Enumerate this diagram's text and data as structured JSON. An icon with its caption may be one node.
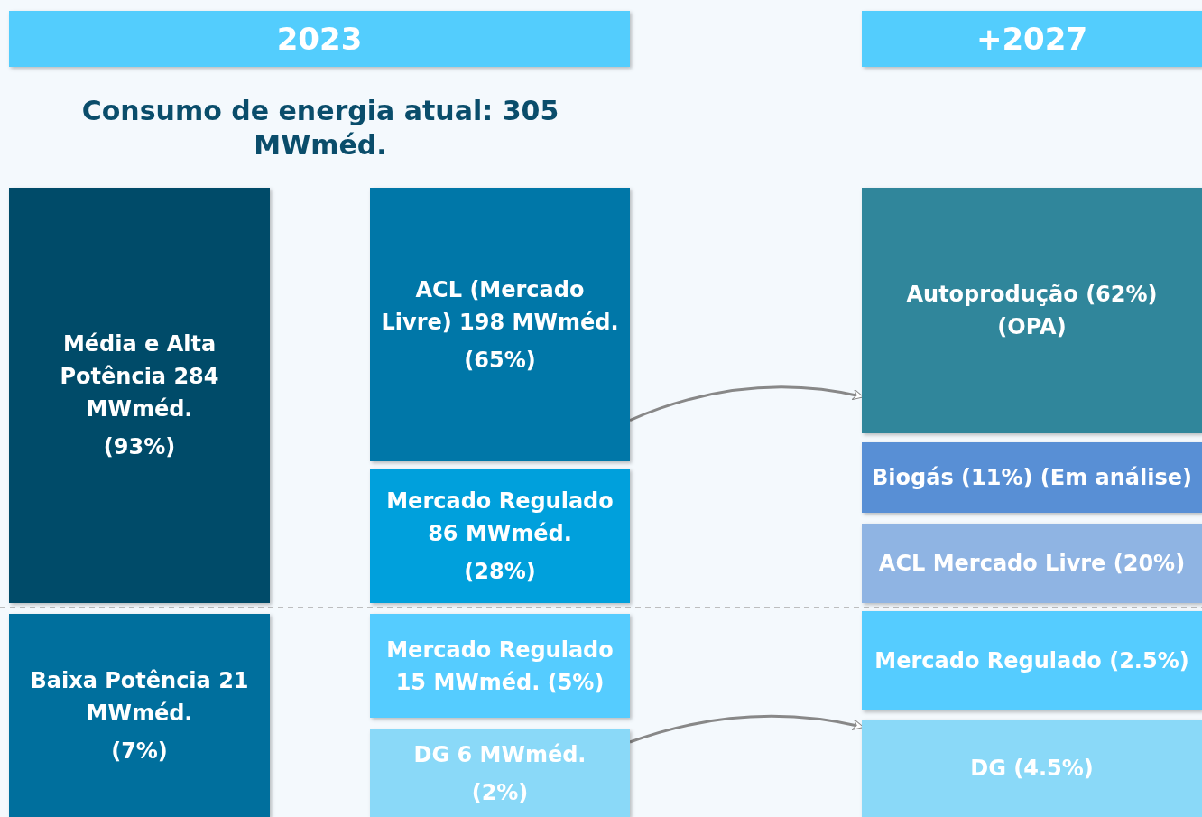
{
  "diagram": {
    "title": "Consumo de energia atual: 305 MWméd.",
    "nodes": [
      {
        "text": [
          "2023"
        ]
      },
      {
        "text": [
          "+2027"
        ]
      },
      {
        "text": [
          "Média e Alta Potência 284 MWméd.",
          "(93%)"
        ]
      },
      {
        "text": [
          "ACL (Mercado Livre) 198 MWméd.",
          "(65%)"
        ]
      },
      {
        "text": [
          "Mercado Regulado 86 MWméd.",
          "(28%)"
        ]
      },
      {
        "text": [
          "Autoprodução (62%) (OPA)"
        ]
      },
      {
        "text": [
          "Biogás (11%) (Em análise)"
        ]
      },
      {
        "text": [
          "ACL Mercado Livre (20%)"
        ]
      },
      {
        "text": [
          "Baixa Potência 21 MWméd.",
          "(7%)"
        ]
      },
      {
        "text": [
          "Mercado Regulado 15 MWméd. (5%)"
        ]
      },
      {
        "text": [
          "DG 6 MWméd.",
          "(2%)"
        ]
      },
      {
        "text": [
          "Mercado Regulado (2.5%)"
        ]
      },
      {
        "text": [
          "DG (4.5%)"
        ]
      }
    ],
    "edges": [
      {
        "from": 3,
        "to": 5,
        "arrow": "to"
      },
      {
        "from": 10,
        "to": 12,
        "arrow": "to"
      }
    ]
  }
}
